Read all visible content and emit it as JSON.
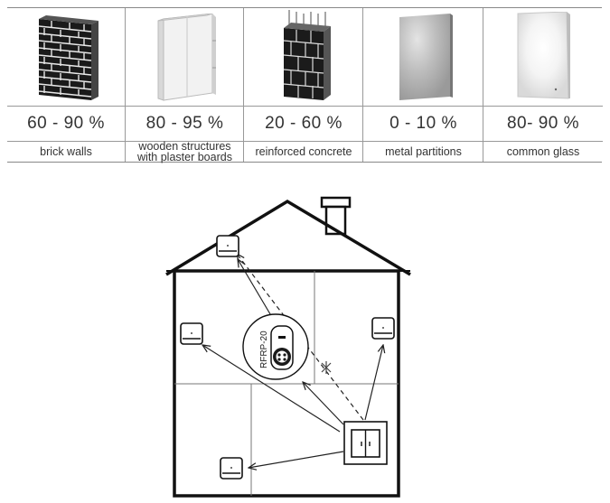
{
  "materials": [
    {
      "icon": "brick-wall-icon",
      "percent": "60 - 90 %",
      "label_lines": [
        "brick walls"
      ]
    },
    {
      "icon": "plaster-board-icon",
      "percent": "80 - 95 %",
      "label_lines": [
        "wooden structures",
        "with plaster boards"
      ]
    },
    {
      "icon": "reinforced-concrete-icon",
      "percent": "20 - 60 %",
      "label_lines": [
        "reinforced concrete"
      ]
    },
    {
      "icon": "metal-partition-icon",
      "percent": "0 - 10 %",
      "label_lines": [
        "metal partitions"
      ]
    },
    {
      "icon": "glass-pane-icon",
      "percent": "80- 90 %",
      "label_lines": [
        "common glass"
      ]
    }
  ],
  "diagram": {
    "repeater_label": "RFRP-20"
  }
}
